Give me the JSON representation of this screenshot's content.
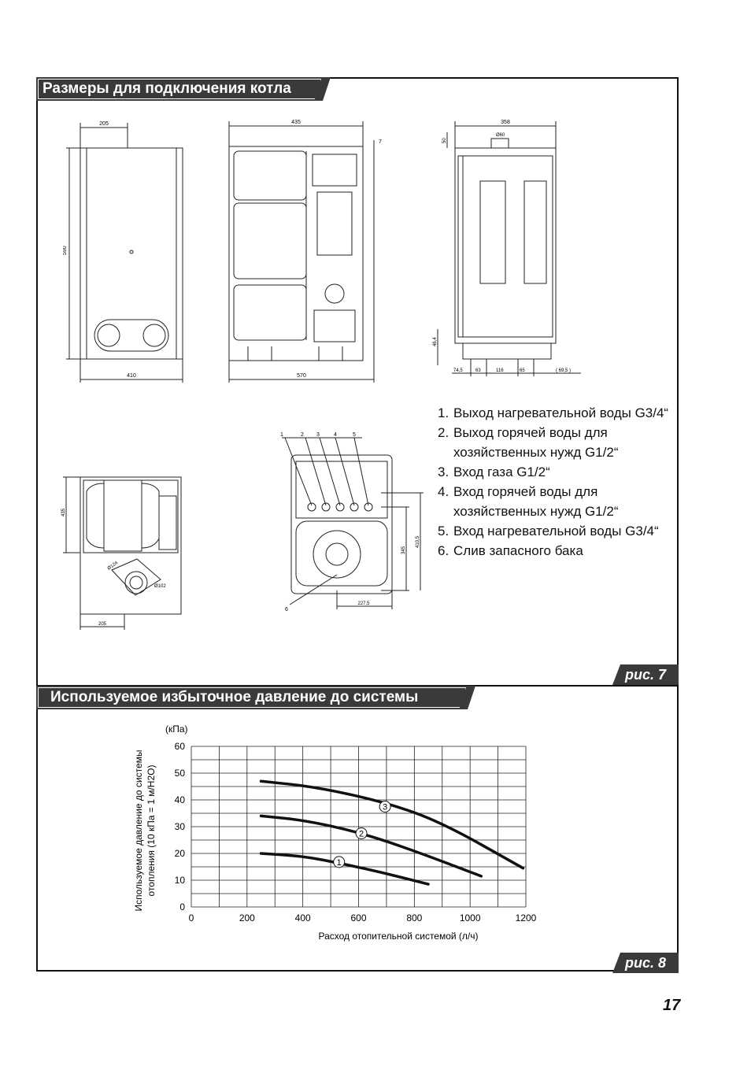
{
  "section1": {
    "title": "Размеры для подключения котла",
    "fig": "рис. 7"
  },
  "section2": {
    "title": "Используемое избыточное давление до системы",
    "fig": "рис. 8"
  },
  "drawings": {
    "front": {
      "dim_top": "205",
      "dim_left": "590",
      "dim_bottom": "410"
    },
    "side": {
      "dim_top": "435",
      "dim_bottom": "570",
      "dim_right": "7"
    },
    "rear": {
      "dim_top": "358",
      "flue": "Ø60",
      "dim_left_top": "50",
      "dim_left_bottom": "46,4",
      "dims_bottom": [
        "74,5",
        "63",
        "116",
        "65",
        "( 69,5 )"
      ]
    },
    "bottom": {
      "dim_left": "435",
      "dim_bottom": "205",
      "d1": "Ø124",
      "d2": "Ø102"
    },
    "connections": {
      "callouts": [
        "1",
        "2",
        "3",
        "4",
        "5"
      ],
      "callout6": "6",
      "dim_h1": "345",
      "dim_h2": "410,5",
      "dim_w": "227,5"
    }
  },
  "legend": [
    {
      "num": "1.",
      "text": "Выход нагревательной воды G3/4“"
    },
    {
      "num": "2.",
      "text": "Выход горячей воды для хозяйственных нужд G1/2“"
    },
    {
      "num": "3.",
      "text": "Вход газа G1/2“"
    },
    {
      "num": "4.",
      "text": "Вход горячей воды для хозяйственных нужд G1/2“"
    },
    {
      "num": "5.",
      "text": "Вход нагревательной воды G3/4“"
    },
    {
      "num": "6.",
      "text": "Слив запасного бака"
    }
  ],
  "chart_data": {
    "type": "line",
    "unit_label": "(кПа)",
    "ylabel_line1": "Используемое давление до системы",
    "ylabel_line2": "отопления (10 кПа = 1 м/H2O)",
    "xlabel": "Расход отопительной системой (л/ч)",
    "xlim": [
      0,
      1200
    ],
    "ylim": [
      0,
      60
    ],
    "xticks": [
      0,
      200,
      400,
      600,
      800,
      1000,
      1200
    ],
    "yticks": [
      0,
      10,
      20,
      30,
      40,
      50,
      60
    ],
    "grid": true,
    "series": [
      {
        "name": "1",
        "x": [
          250,
          400,
          550,
          700,
          850
        ],
        "y": [
          20,
          19,
          16,
          12.5,
          8.5
        ],
        "marker_at": [
          530,
          16.8
        ]
      },
      {
        "name": "2",
        "x": [
          250,
          400,
          600,
          800,
          1040
        ],
        "y": [
          34,
          32.5,
          28,
          21,
          11.5
        ],
        "marker_at": [
          610,
          27.5
        ]
      },
      {
        "name": "3",
        "x": [
          250,
          450,
          700,
          900,
          1190
        ],
        "y": [
          47,
          44.8,
          39,
          31.5,
          14.5
        ],
        "marker_at": [
          695,
          37.5
        ]
      }
    ]
  },
  "page_number": "17"
}
